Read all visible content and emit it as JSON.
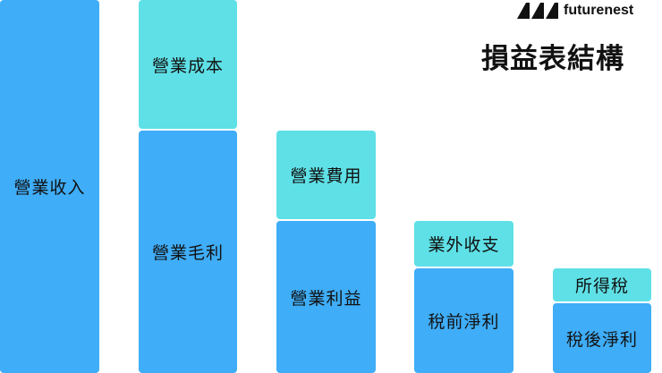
{
  "brand": {
    "name": "futurenest"
  },
  "title": "損益表結構",
  "colors": {
    "blue": "#3fadf7",
    "teal": "#5ee0e6"
  },
  "blocks": {
    "revenue": "營業收入",
    "cogs": "營業成本",
    "gross_profit": "營業毛利",
    "opex": "營業費用",
    "operating_income": "營業利益",
    "non_operating": "業外收支",
    "pretax_income": "稅前淨利",
    "income_tax": "所得稅",
    "net_income": "稅後淨利"
  }
}
